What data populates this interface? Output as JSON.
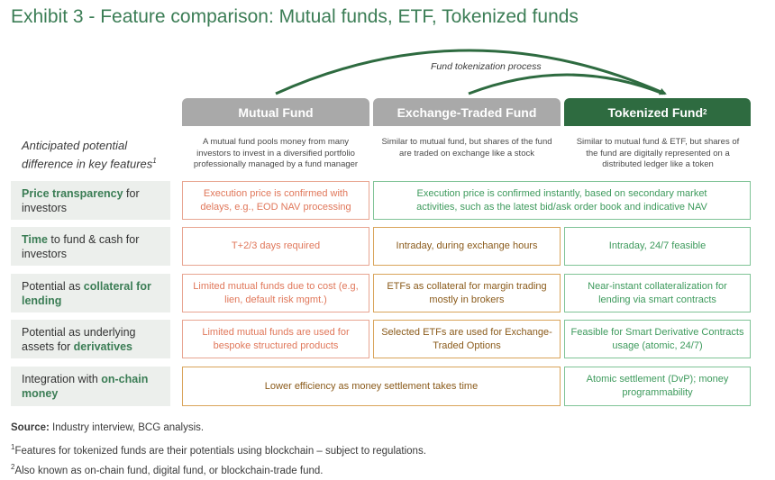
{
  "title": "Exhibit 3 - Feature comparison: Mutual funds, ETF, Tokenized funds",
  "process_label": "Fund tokenization process",
  "columns": [
    {
      "label": "Mutual Fund",
      "desc": "A mutual fund pools money from many investors to invest in a diversified portfolio professionally managed by a fund manager"
    },
    {
      "label": "Exchange-Traded Fund",
      "desc": "Similar to mutual fund, but shares of the fund are traded on exchange like a stock"
    },
    {
      "label": "Tokenized Fund",
      "label_sup": "2",
      "desc": "Similar to mutual fund & ETF, but shares of the fund are digitally represented on a distributed ledger like a token"
    }
  ],
  "desc_label": "Anticipated potential difference in key features",
  "desc_label_sup": "1",
  "rows": [
    {
      "label_pre": "",
      "label_hl": "Price transparency",
      "label_post": " for investors",
      "mf": "Execution price is confirmed with delays, e.g., EOD NAV processing",
      "etf_tok": "Execution price is confirmed instantly, based on secondary market activities, such as the latest bid/ask order book and indicative NAV"
    },
    {
      "label_pre": "",
      "label_hl": "Time",
      "label_post": " to fund & cash for investors",
      "mf": "T+2/3 days required",
      "etf": "Intraday, during exchange hours",
      "tok": "Intraday, 24/7 feasible"
    },
    {
      "label_pre": "Potential as ",
      "label_hl": "collateral for lending",
      "label_post": "",
      "mf": "Limited mutual funds due to cost (e.g, lien, default risk mgmt.)",
      "etf": "ETFs as collateral for margin trading mostly in brokers",
      "tok": "Near-instant collateralization for lending via smart contracts"
    },
    {
      "label_pre": "Potential as underlying assets for ",
      "label_hl": "derivatives",
      "label_post": "",
      "mf": "Limited mutual funds are used for bespoke structured products",
      "etf": "Selected ETFs are used for Exchange-Traded Options",
      "tok": "Feasible for Smart Derivative Contracts usage (atomic, 24/7)"
    },
    {
      "label_pre": "Integration with ",
      "label_hl": "on-chain money",
      "label_post": "",
      "mf_etf": "Lower efficiency as money settlement takes time",
      "tok": "Atomic settlement (DvP); money programmability"
    }
  ],
  "footnotes": {
    "source_label": "Source:",
    "source_text": " Industry interview, BCG analysis.",
    "note1_sup": "1",
    "note1": "Features for tokenized funds are their potentials using blockchain – subject to regulations.",
    "note2_sup": "2",
    "note2": "Also known as on-chain fund, digital fund, or blockchain-trade fund."
  },
  "colors": {
    "title": "#3b7d55",
    "header_gray": "#a9a9a9",
    "header_green": "#2e6b40",
    "mf": "#e0775a",
    "etf": "#8a5a1a",
    "tok": "#3d9a5c"
  }
}
